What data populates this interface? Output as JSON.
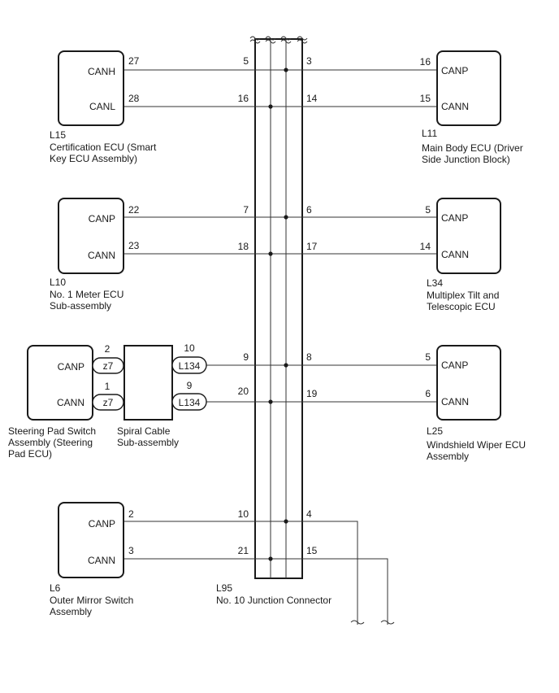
{
  "components": {
    "l15": {
      "code": "L15",
      "name1": "Certification ECU (Smart",
      "name2": "Key ECU Assembly)",
      "sig_top": "CANH",
      "sig_bot": "CANL",
      "pin_top": "27",
      "pin_bot": "28"
    },
    "l10": {
      "code": "L10",
      "name1": "No. 1 Meter ECU",
      "name2": "Sub-assembly",
      "sig_top": "CANP",
      "sig_bot": "CANN",
      "pin_top": "22",
      "pin_bot": "23"
    },
    "steering": {
      "name1": "Steering Pad Switch",
      "name2": "Assembly (Steering",
      "name3": "Pad ECU)",
      "sig_top": "CANP",
      "sig_bot": "CANN"
    },
    "spiral": {
      "name1": "Spiral Cable",
      "name2": "Sub-assembly",
      "pin_top_left": "2",
      "pin_bot_left": "1",
      "conn_left_top": "z7",
      "conn_left_bot": "z7",
      "pin_top_right": "10",
      "pin_bot_right": "9",
      "conn_right_top": "L134",
      "conn_right_bot": "L134"
    },
    "l6": {
      "code": "L6",
      "name1": "Outer Mirror Switch",
      "name2": "Assembly",
      "sig_top": "CANP",
      "sig_bot": "CANN",
      "pin_top": "2",
      "pin_bot": "3"
    },
    "l11": {
      "code": "L11",
      "name1": "Main Body ECU (Driver",
      "name2": "Side Junction Block)",
      "sig_top": "CANP",
      "sig_bot": "CANN",
      "pin_top": "16",
      "pin_bot": "15"
    },
    "l34": {
      "code": "L34",
      "name1": "Multiplex Tilt and",
      "name2": "Telescopic ECU",
      "sig_top": "CANP",
      "sig_bot": "CANN",
      "pin_top": "5",
      "pin_bot": "14"
    },
    "l25": {
      "code": "L25",
      "name1": "Windshield Wiper ECU",
      "name2": "Assembly",
      "sig_top": "CANP",
      "sig_bot": "CANN",
      "pin_top": "5",
      "pin_bot": "6"
    }
  },
  "junction": {
    "code": "L95",
    "name": "No. 10 Junction Connector",
    "left_pins": [
      "5",
      "16",
      "7",
      "18",
      "9",
      "20",
      "10",
      "21"
    ],
    "right_pins": [
      "3",
      "14",
      "6",
      "17",
      "8",
      "19",
      "4",
      "15"
    ]
  }
}
